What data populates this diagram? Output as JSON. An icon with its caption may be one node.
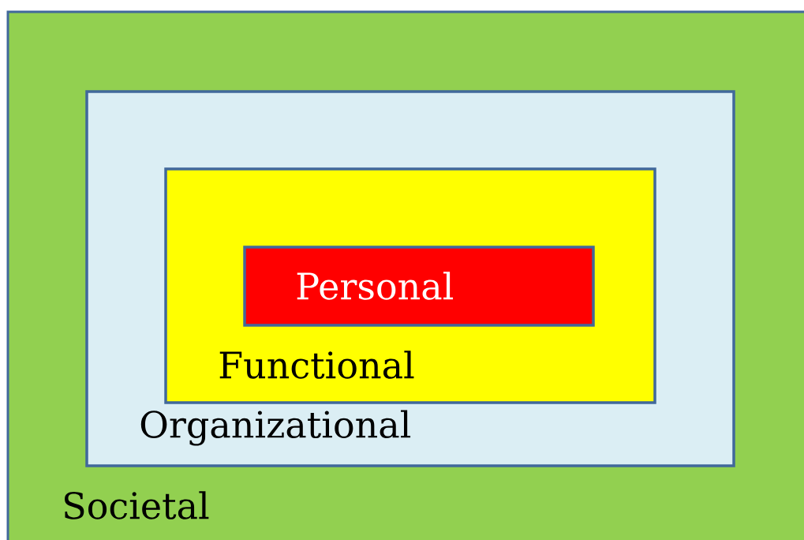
{
  "diagram": {
    "nodes": [
      {
        "text": [
          "Societal"
        ]
      },
      {
        "text": [
          "Organizational"
        ],
        "in": 0
      },
      {
        "text": [
          "Functional"
        ],
        "in": 1
      },
      {
        "text": [
          "Personal"
        ],
        "in": 2
      }
    ]
  }
}
